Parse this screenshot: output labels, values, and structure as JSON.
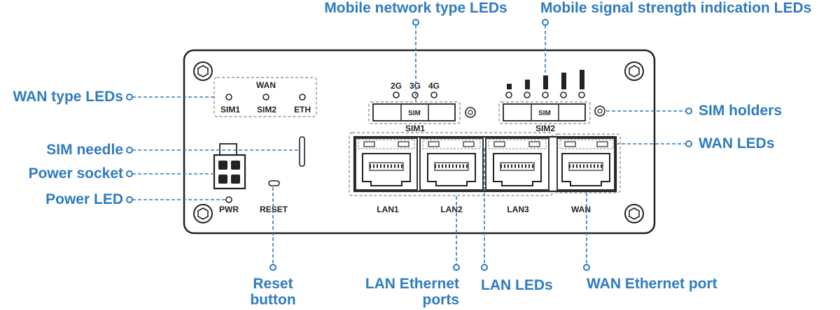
{
  "callouts": {
    "wan_type_leds": "WAN type LEDs",
    "sim_needle": "SIM needle",
    "power_socket": "Power socket",
    "power_led": "Power LED",
    "mobile_network_type_leds": "Mobile network type LEDs",
    "mobile_signal_strength_leds": "Mobile signal strength indication LEDs",
    "sim_holders": "SIM holders",
    "wan_leds": "WAN LEDs",
    "reset_button_line1": "Reset",
    "reset_button_line2": "button",
    "lan_ethernet_ports_line1": "LAN Ethernet",
    "lan_ethernet_ports_line2": "ports",
    "lan_leds": "LAN LEDs",
    "wan_ethernet_port": "WAN Ethernet port"
  },
  "device_labels": {
    "wan": "WAN",
    "sim1_led": "SIM1",
    "sim2_led": "SIM2",
    "eth_led": "ETH",
    "net_2g": "2G",
    "net_3g": "3G",
    "net_4g": "4G",
    "sim_slot_text": "SIM",
    "sim1": "SIM1",
    "sim2": "SIM2",
    "pwr": "PWR",
    "reset": "RESET",
    "lan1": "LAN1",
    "lan2": "LAN2",
    "lan3": "LAN3",
    "wan_port": "WAN"
  },
  "colors": {
    "accent": "#2e7bbf",
    "outline": "#222222",
    "dashed_box": "#9a9a9a"
  }
}
